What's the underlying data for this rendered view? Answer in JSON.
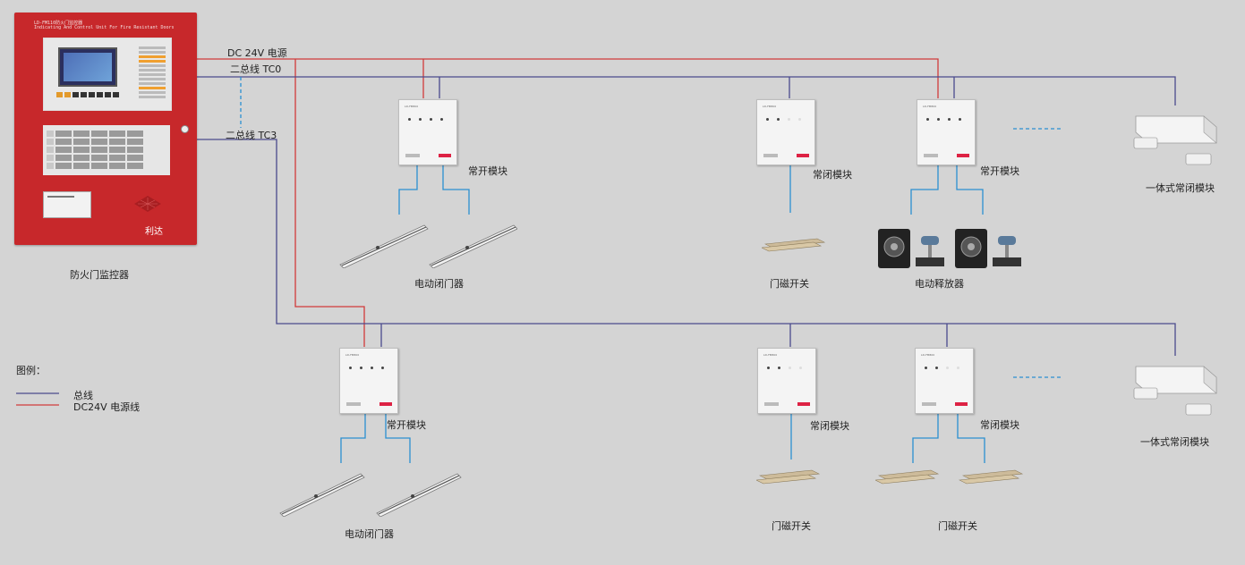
{
  "controller": {
    "title_cn": "LD-FM110防火门监控器",
    "title_en": "Indicating And Control Unit For Fire Resistant Doors",
    "brand": "利达",
    "caption": "防火门监控器"
  },
  "bus_labels": {
    "dc24v": "DC 24V 电源",
    "tc0": "二总线 TC0",
    "tc3": "二总线 TC3"
  },
  "modules": [
    {
      "label": "常开模块"
    },
    {
      "label": "常闭模块"
    },
    {
      "label": "常开模块"
    },
    {
      "label": "常开模块"
    },
    {
      "label": "常闭模块"
    },
    {
      "label": "常闭模块"
    }
  ],
  "device_labels": {
    "closer_top": "电动闭门器",
    "switch_top": "门磁开关",
    "release_top": "电动释放器",
    "combo_top": "一体式常闭模块",
    "closer_bottom": "电动闭门器",
    "switch_bottom_1": "门磁开关",
    "switch_bottom_2": "门磁开关",
    "combo_bottom": "一体式常闭模块"
  },
  "legend": {
    "title": "图例：",
    "items": [
      {
        "label": "总线",
        "color": "#4a4a8c"
      },
      {
        "label": "DC24V 电源线",
        "color": "#d03a3a"
      }
    ]
  },
  "colors": {
    "bus": "#4a4a8c",
    "power": "#d03a3a",
    "branch": "#2a8fd0",
    "background": "#d4d4d4",
    "controller": "#c7282b"
  }
}
